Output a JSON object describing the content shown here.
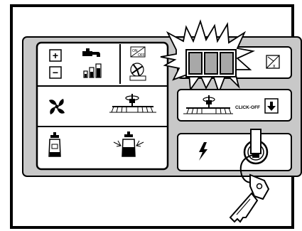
{
  "panel": {
    "left": {
      "rows": [
        {
          "id": "water-row",
          "icons": [
            "plus-minus-icon",
            "tap-icon",
            "bottles-icon",
            "on-off-fan-icon"
          ]
        },
        {
          "id": "fan-row",
          "icons": [
            "fan-icon",
            "boom-sprayer-icon"
          ]
        },
        {
          "id": "tank-row",
          "icons": [
            "tank-icon",
            "tank-tilt-icon"
          ]
        }
      ],
      "plus_label": "+",
      "minus_label": "−",
      "on_label": "ON",
      "off_label": "OFF"
    },
    "right": {
      "top_box": {
        "icons": [
          "lamp-cells-icon",
          "tank-x-icon"
        ]
      },
      "middle_box": {
        "label": "CLICK-OFF",
        "icons": [
          "boom-sprayer-icon",
          "down-arrow-icon"
        ]
      },
      "bottom_box": {
        "icons": [
          "lightning-icon",
          "ignition-key-icon"
        ]
      }
    }
  },
  "colors": {
    "panel_bg": "#c8c8c8",
    "box_bg": "#ffffff",
    "lamp_fill": "#a8a8a8",
    "line": "#000000"
  }
}
